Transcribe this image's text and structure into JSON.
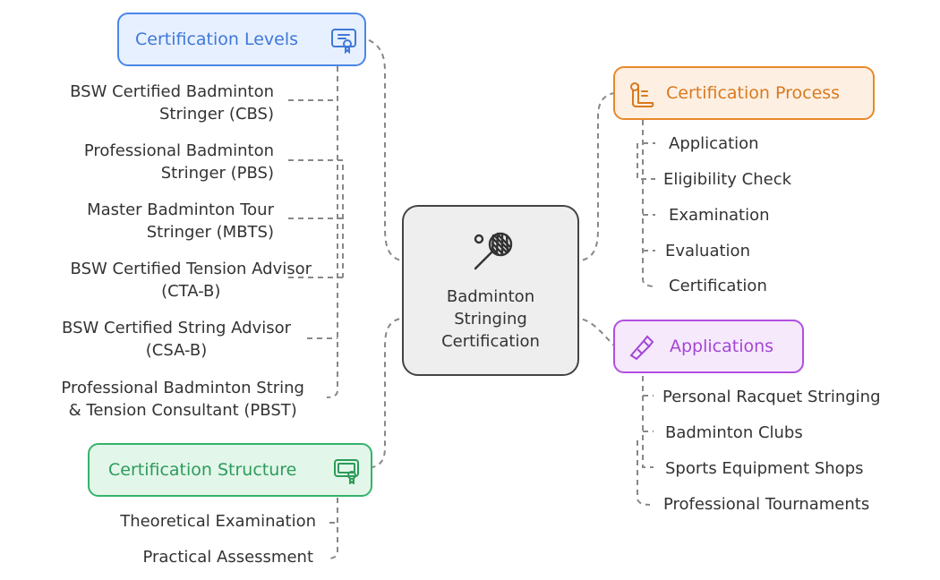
{
  "center": {
    "title": "Badminton\nStringing\nCertification",
    "icon": "badminton-racquet-icon"
  },
  "levels": {
    "title": "Certification Levels",
    "icon": "certificate-icon",
    "color": "#4a86e8",
    "fill": "#e7f0fe",
    "items": [
      "BSW Certified Badminton\nStringer (CBS)",
      "Professional Badminton\nStringer (PBS)",
      "Master Badminton Tour\nStringer (MBTS)",
      "BSW Certified Tension Advisor\n(CTA-B)",
      "BSW Certified String Advisor\n(CSA-B)",
      "Professional Badminton String\n& Tension Consultant (PBST)"
    ]
  },
  "structure": {
    "title": "Certification Structure",
    "icon": "award-certificate-icon",
    "color": "#34b36a",
    "fill": "#e3f6ea",
    "items": [
      "Theoretical Examination",
      "Practical Assessment"
    ]
  },
  "process": {
    "title": "Certification Process",
    "icon": "scroll-icon",
    "color": "#e8892c",
    "fill": "#fdf0e2",
    "items": [
      "Application",
      "Eligibility Check",
      "Examination",
      "Evaluation",
      "Certification"
    ]
  },
  "applications": {
    "title": "Applications",
    "icon": "diploma-icon",
    "color": "#b04fe0",
    "fill": "#f6e9fc",
    "items": [
      "Personal Racquet Stringing",
      "Badminton Clubs",
      "Sports Equipment Shops",
      "Professional Tournaments"
    ]
  }
}
